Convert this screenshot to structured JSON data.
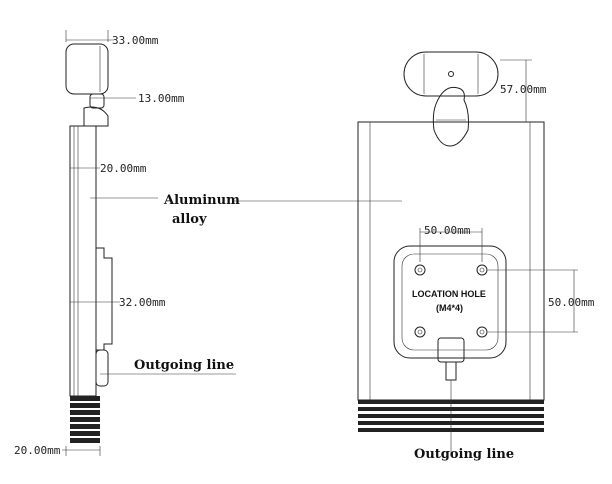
{
  "side_view": {
    "dim_top_width": "33.00mm",
    "dim_joint": "13.00mm",
    "dim_panel_thickness": "20.00mm",
    "dim_mount_depth": "32.00mm",
    "dim_bottom": "20.00mm"
  },
  "labels": {
    "material_line1": "Aluminum",
    "material_line2": "alloy",
    "outgoing_left": "Outgoing line",
    "outgoing_right": "Outgoing line"
  },
  "front_view": {
    "dim_camera_height": "57.00mm",
    "dim_hole_horizontal": "50.00mm",
    "dim_hole_vertical": "50.00mm",
    "location_hole_line1": "LOCATION HOLE",
    "location_hole_line2": "(M4*4)"
  }
}
